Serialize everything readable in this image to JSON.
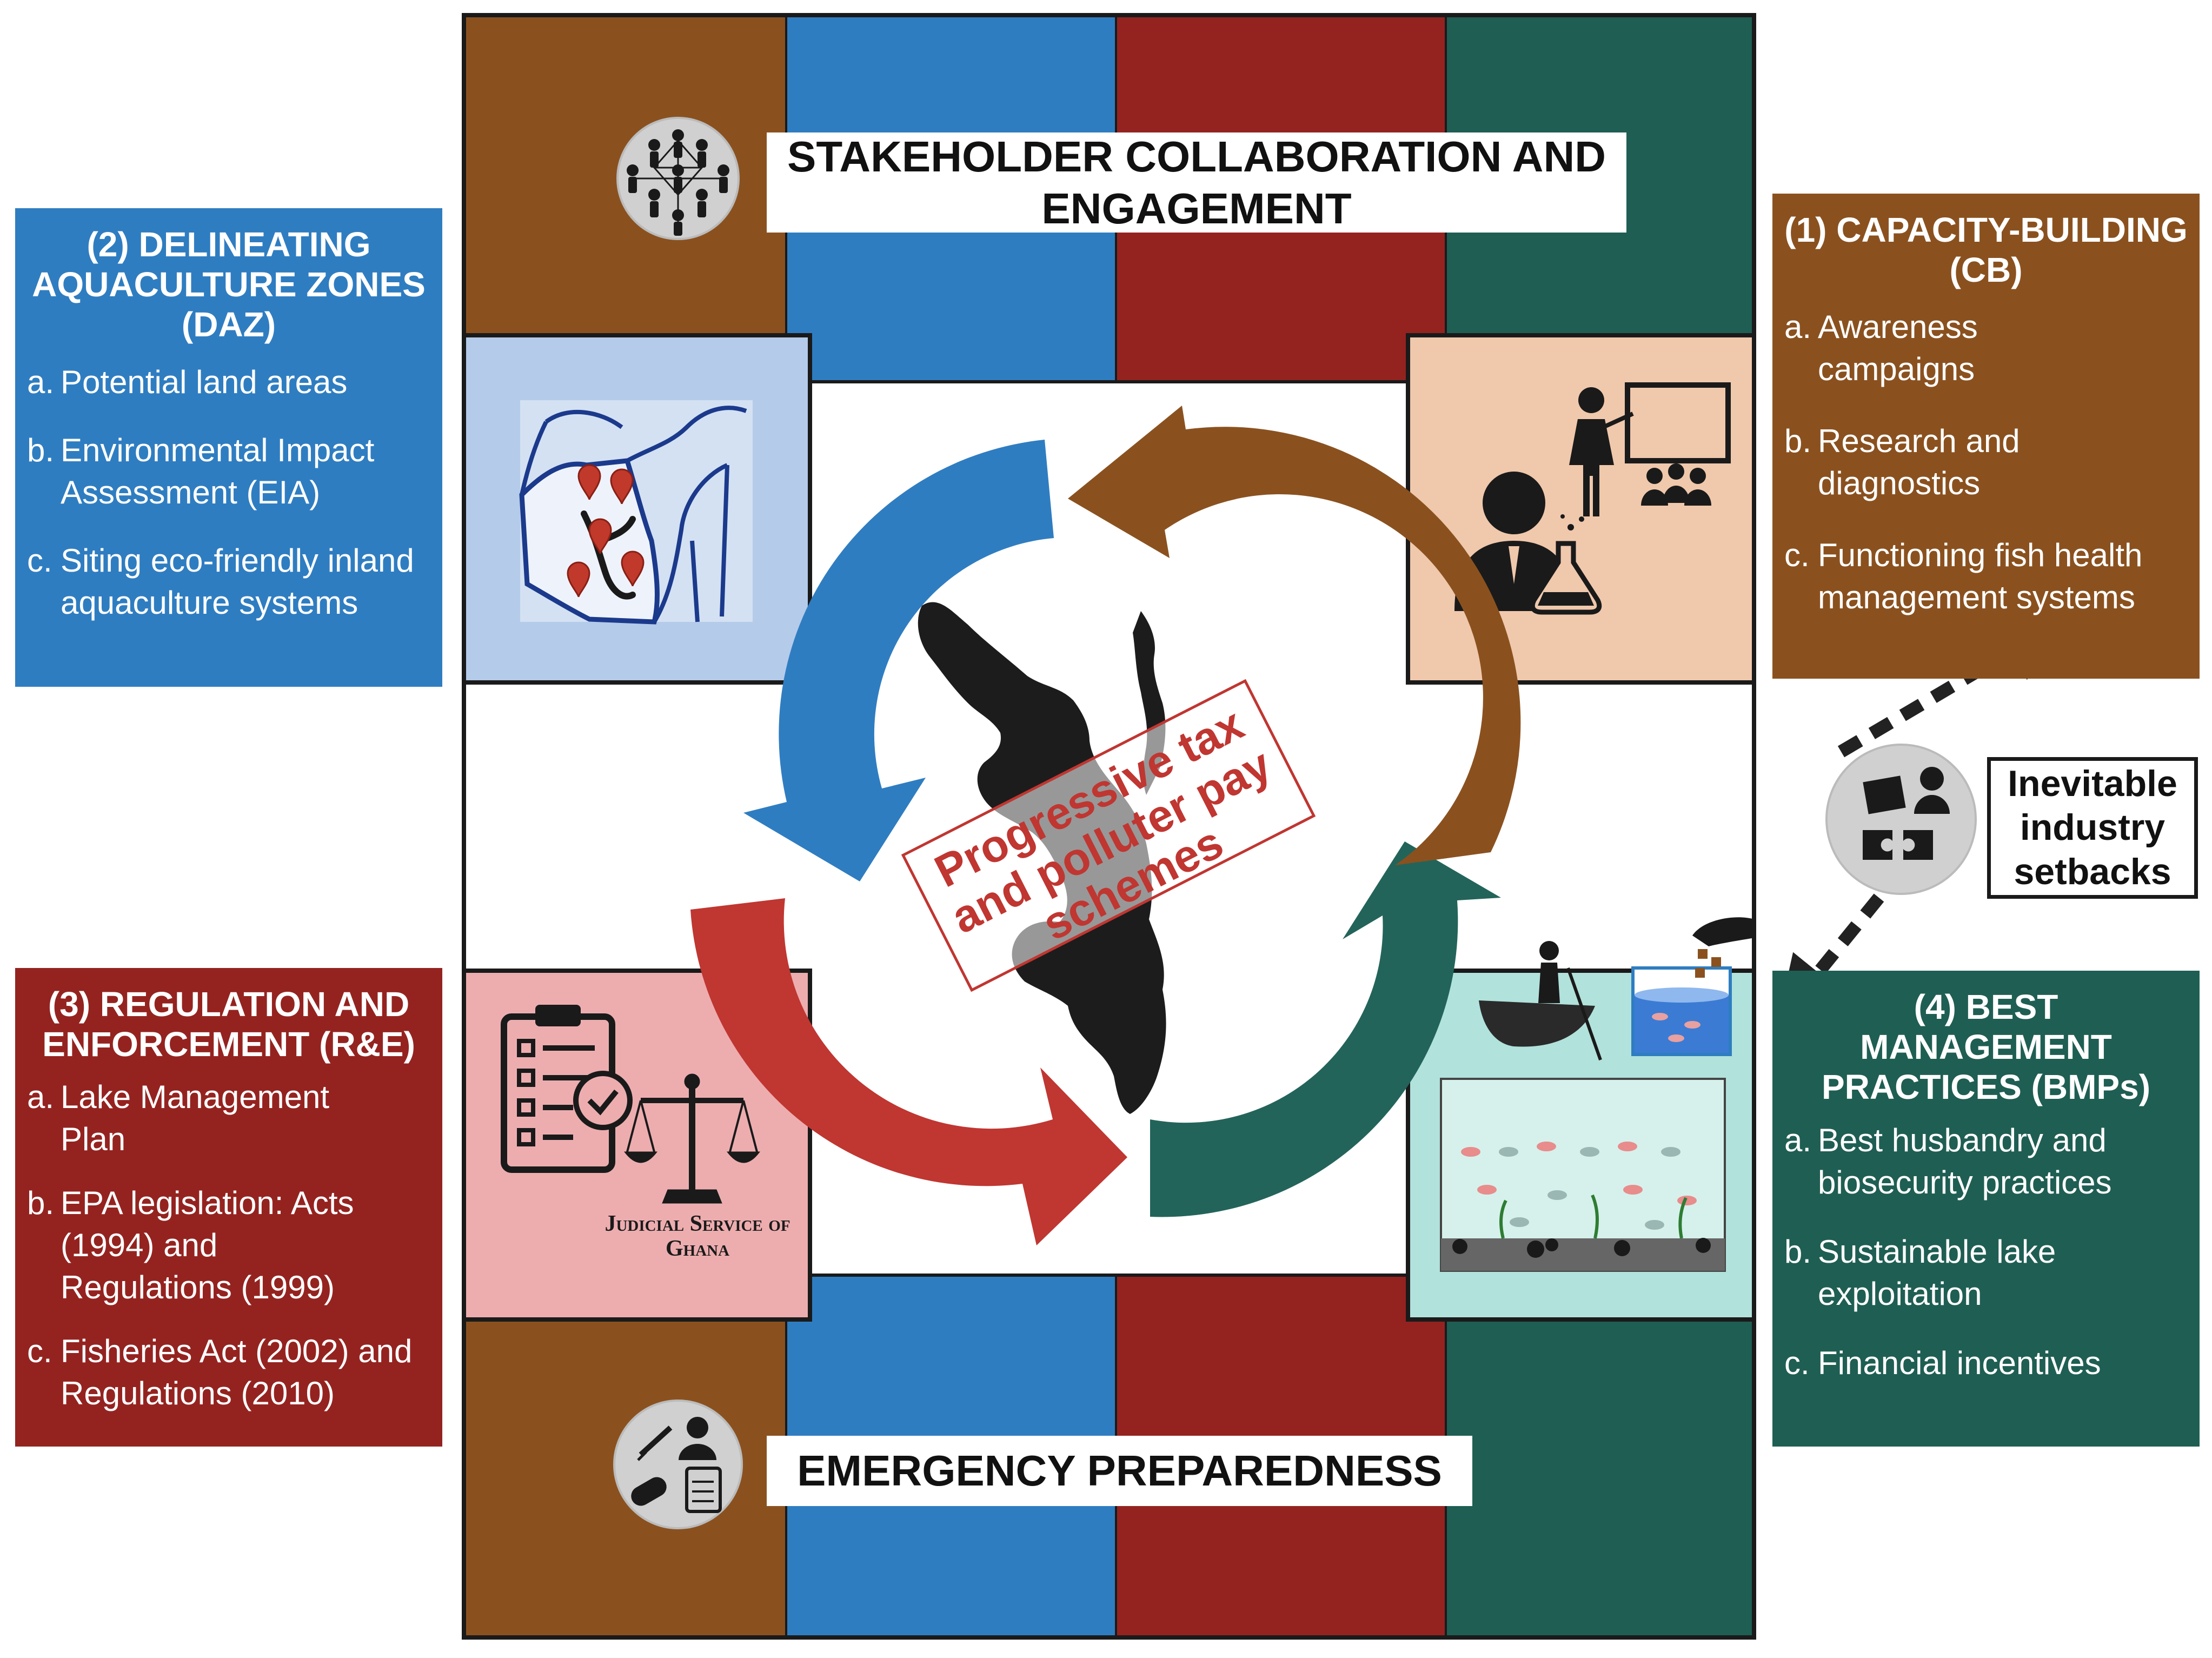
{
  "colors": {
    "brown": "#8A511F",
    "blue": "#2F7DC1",
    "red": "#942320",
    "green": "#1F5E53",
    "arrow_red": "#C03631",
    "arrow_green": "#23645A",
    "map_bg": "#B4CBEA",
    "lab_bg": "#F0C8AC",
    "law_bg": "#EDADAF",
    "aqua_bg": "#B1E2DB"
  },
  "top_banner": "STAKEHOLDER COLLABORATION AND ENGAGEMENT",
  "bottom_banner": "EMERGENCY PREPAREDNESS",
  "center_text": "Progressive tax and polluter pay schemes",
  "setbacks": "Inevitable industry setbacks",
  "judicial_label": "Judicial Service of Ghana",
  "boxes": {
    "daz": {
      "title": "(2) DELINEATING AQUACULTURE ZONES (DAZ)",
      "items": [
        {
          "marker": "a.",
          "text": "Potential land areas"
        },
        {
          "marker": "b.",
          "text": "Environmental Impact Assessment (EIA)"
        },
        {
          "marker": "c.",
          "text": "Siting eco-friendly inland aquaculture systems"
        }
      ]
    },
    "cb": {
      "title": "(1) CAPACITY-BUILDING (CB)",
      "items": [
        {
          "marker": "a.",
          "text": "Awareness campaigns"
        },
        {
          "marker": "b.",
          "text": "Research and diagnostics"
        },
        {
          "marker": "c.",
          "text": "Functioning fish health management systems"
        }
      ]
    },
    "re": {
      "title": "(3) REGULATION AND ENFORCEMENT (R&E)",
      "items": [
        {
          "marker": "a.",
          "text": "Lake Management Plan"
        },
        {
          "marker": "b.",
          "text": "EPA legislation: Acts (1994) and Regulations (1999)"
        },
        {
          "marker": "c.",
          "text": "Fisheries Act (2002) and Regulations (2010)"
        }
      ]
    },
    "bmp": {
      "title": "(4) BEST MANAGEMENT PRACTICES (BMPs)",
      "items": [
        {
          "marker": "a.",
          "text": "Best husbandry and biosecurity practices"
        },
        {
          "marker": "b.",
          "text": "Sustainable lake exploitation"
        },
        {
          "marker": "c.",
          "text": "Financial incentives"
        }
      ]
    }
  }
}
